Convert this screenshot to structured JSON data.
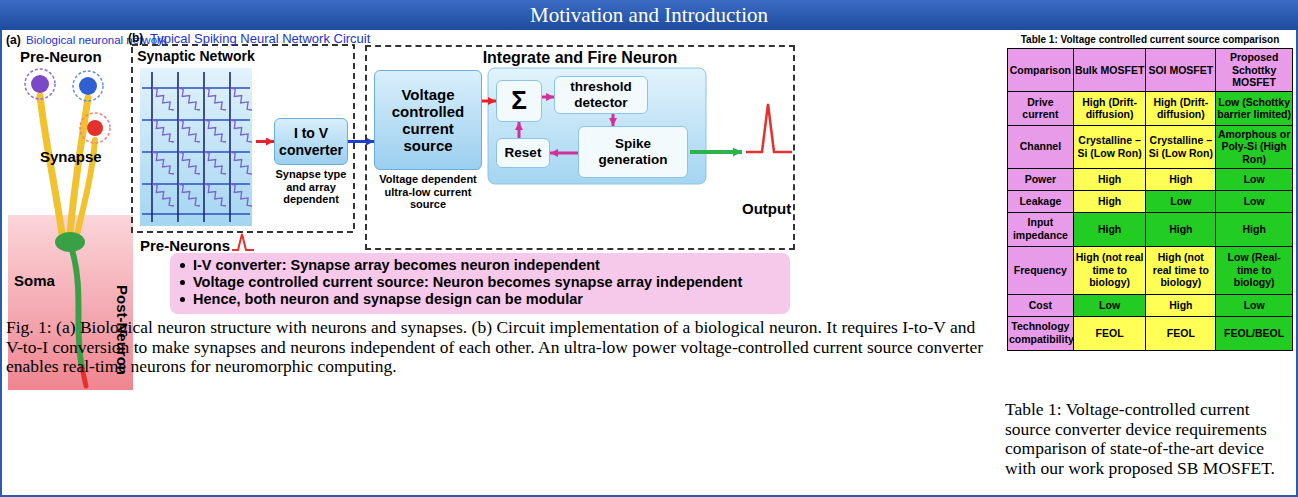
{
  "diagram": {
    "title": "Motivation and Introduction",
    "caption": "Fig. 1: (a) Biological neuron structure with neurons and synapses. (b) Circuit implementation of a biological neuron. It requires I-to-V and V-to-I conversion to make synapses and neurons independent of each other. An ultra-low power voltage-controlled current source converter enables real-time neurons for neuromorphic computing.",
    "nodes": [
      {
        "text": [
          "Synaptic Network"
        ]
      },
      {
        "text": [
          "I to V converter",
          "Synapse type and array dependent"
        ]
      },
      {
        "text": [
          "Integrate and Fire Neuron"
        ]
      },
      {
        "text": [
          "Voltage controlled current source",
          "Voltage dependent ultra-low current source"
        ],
        "in": 2
      },
      {
        "text": [
          "Σ"
        ],
        "in": 2
      },
      {
        "text": [
          "threshold detector"
        ],
        "in": 2
      },
      {
        "text": [
          "Spike generation"
        ],
        "in": 2
      },
      {
        "text": [
          "Reset"
        ],
        "in": 2
      },
      {
        "text": [
          "I-V converter: Synapse array becomes neuron independent",
          "Voltage controlled current source: Neuron becomes synapse array independent",
          "Hence, both neuron and synapse design can be modular"
        ]
      }
    ],
    "edges": [
      {
        "from": 0,
        "to": 1,
        "arrow": "to"
      },
      {
        "from": 1,
        "to": 3,
        "arrow": "to"
      },
      {
        "from": 3,
        "to": 4,
        "arrow": "to"
      },
      {
        "from": 4,
        "to": 5,
        "arrow": "to"
      },
      {
        "from": 5,
        "to": 6,
        "arrow": "to"
      },
      {
        "from": 6,
        "to": 7,
        "arrow": "to"
      },
      {
        "from": 7,
        "to": 4,
        "arrow": "to"
      }
    ],
    "labels": [
      "(a)",
      "Biological neuronal network",
      "(b)",
      "Typical Spiking Neural Network Circuit",
      "Pre-Neuron",
      "Synapse",
      "Soma",
      "Post-Neuron",
      "Pre-Neurons",
      "Output",
      "Table 1: Voltage controlled current source comparison",
      "Comparison",
      "Bulk MOSFET",
      "SOI MOSFET",
      "Proposed Schottky MOSFET",
      "Drive current",
      "High (Drift-diffusion)",
      "High (Drift-diffusion)",
      "Low (Schottky barrier limited)",
      "Channel",
      "Crystalline – Si (Low Ron)",
      "Crystalline – Si (Low Ron)",
      "Amorphous or Poly-Si (High Ron)",
      "Power",
      "High",
      "High",
      "Low",
      "Leakage",
      "High",
      "Low",
      "Low",
      "Input impedance",
      "High",
      "High",
      "High",
      "Frequency",
      "High (not real time to biology)",
      "High (not real time to biology)",
      "Low (Real-time to biology)",
      "Cost",
      "Low",
      "High",
      "Low",
      "Technology compatibility",
      "FEOL",
      "FEOL",
      "FEOL/BEOL",
      "Table 1: Voltage-controlled current source converter device requirements comparison of state-of-the-art device with our work proposed SB MOSFET."
    ]
  }
}
